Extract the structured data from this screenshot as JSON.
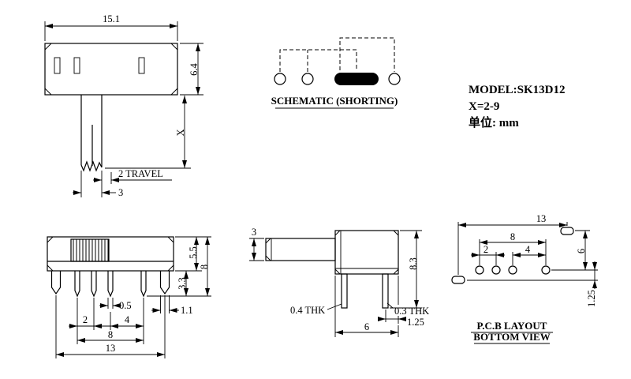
{
  "drawing": {
    "model": "MODEL:SK13D12",
    "x_range": "X=2-9",
    "unit_label": "单位: mm"
  },
  "schematic": {
    "caption": "SCHEMATIC (SHORTING)"
  },
  "top_view": {
    "dim_width": "15.1",
    "dim_height": "6.4",
    "dim_shaft": "X",
    "dim_travel": "2 TRAVEL",
    "dim_shaft_width": "3"
  },
  "front_view": {
    "dim_pin_length": "3.3",
    "dim_body_height": "5.5",
    "dim_total_height": "8",
    "dim_pin_width": "0.5",
    "dim_mount_width": "1.1",
    "dim_pitch_small": "2",
    "dim_pitch_large": "4",
    "dim_pin_span": "8",
    "dim_overall": "13"
  },
  "side_view": {
    "dim_shaft_height": "3",
    "dim_total_height": "8.3",
    "dim_mount_thickness": "0.4 THK",
    "dim_pin_thickness": "0.3 THK",
    "dim_pin_inset": "1.25",
    "dim_body_depth": "6"
  },
  "pcb_view": {
    "caption_line1": "P.C.B LAYOUT",
    "caption_line2": "BOTTOM VIEW",
    "dim_overall": "13",
    "dim_hole_span": "8",
    "dim_pitch_small": "2",
    "dim_pitch_large": "4",
    "dim_mount_offset": "6",
    "dim_pad_offset": "1.25"
  }
}
